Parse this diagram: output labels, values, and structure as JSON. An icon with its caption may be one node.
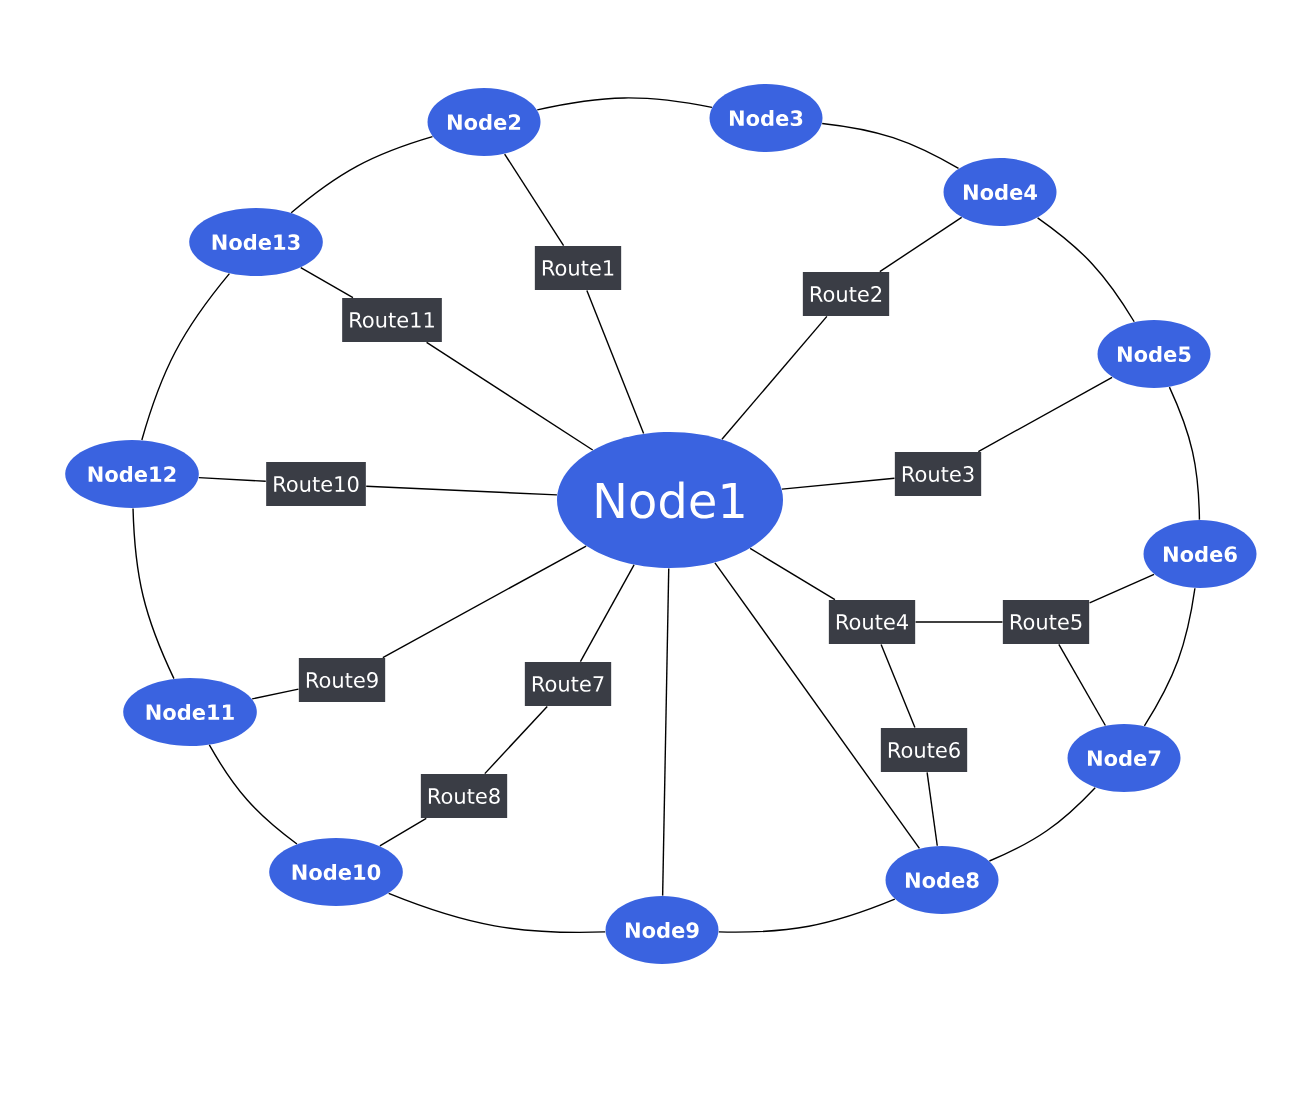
{
  "diagram": {
    "nodes": [
      {
        "text": [
          "Node1"
        ]
      },
      {
        "text": [
          "Node2"
        ]
      },
      {
        "text": [
          "Node3"
        ]
      },
      {
        "text": [
          "Node4"
        ]
      },
      {
        "text": [
          "Node5"
        ]
      },
      {
        "text": [
          "Node6"
        ]
      },
      {
        "text": [
          "Node7"
        ]
      },
      {
        "text": [
          "Node8"
        ]
      },
      {
        "text": [
          "Node9"
        ]
      },
      {
        "text": [
          "Node10"
        ]
      },
      {
        "text": [
          "Node11"
        ]
      },
      {
        "text": [
          "Node12"
        ]
      },
      {
        "text": [
          "Node13"
        ]
      },
      {
        "text": [
          "Route1"
        ]
      },
      {
        "text": [
          "Route2"
        ]
      },
      {
        "text": [
          "Route3"
        ]
      },
      {
        "text": [
          "Route4"
        ]
      },
      {
        "text": [
          "Route5"
        ]
      },
      {
        "text": [
          "Route6"
        ]
      },
      {
        "text": [
          "Route7"
        ]
      },
      {
        "text": [
          "Route8"
        ]
      },
      {
        "text": [
          "Route9"
        ]
      },
      {
        "text": [
          "Route10"
        ]
      },
      {
        "text": [
          "Route11"
        ]
      }
    ],
    "edges": [
      {
        "from": 1,
        "to": 2,
        "arrow": "none"
      },
      {
        "from": 2,
        "to": 3,
        "arrow": "none"
      },
      {
        "from": 3,
        "to": 4,
        "arrow": "none"
      },
      {
        "from": 4,
        "to": 5,
        "arrow": "none"
      },
      {
        "from": 5,
        "to": 6,
        "arrow": "none"
      },
      {
        "from": 6,
        "to": 7,
        "arrow": "none"
      },
      {
        "from": 7,
        "to": 8,
        "arrow": "none"
      },
      {
        "from": 8,
        "to": 9,
        "arrow": "none"
      },
      {
        "from": 9,
        "to": 10,
        "arrow": "none"
      },
      {
        "from": 10,
        "to": 11,
        "arrow": "none"
      },
      {
        "from": 11,
        "to": 12,
        "arrow": "none"
      },
      {
        "from": 12,
        "to": 1,
        "arrow": "none"
      },
      {
        "from": 0,
        "to": 13,
        "arrow": "none"
      },
      {
        "from": 13,
        "to": 1,
        "arrow": "none"
      },
      {
        "from": 0,
        "to": 14,
        "arrow": "none"
      },
      {
        "from": 14,
        "to": 3,
        "arrow": "none"
      },
      {
        "from": 0,
        "to": 15,
        "arrow": "none"
      },
      {
        "from": 15,
        "to": 4,
        "arrow": "none"
      },
      {
        "from": 0,
        "to": 16,
        "arrow": "none"
      },
      {
        "from": 16,
        "to": 17,
        "arrow": "none"
      },
      {
        "from": 17,
        "to": 5,
        "arrow": "none"
      },
      {
        "from": 17,
        "to": 6,
        "arrow": "none"
      },
      {
        "from": 16,
        "to": 18,
        "arrow": "none"
      },
      {
        "from": 18,
        "to": 7,
        "arrow": "none"
      },
      {
        "from": 0,
        "to": 7,
        "arrow": "none"
      },
      {
        "from": 0,
        "to": 8,
        "arrow": "none"
      },
      {
        "from": 0,
        "to": 19,
        "arrow": "none"
      },
      {
        "from": 19,
        "to": 20,
        "arrow": "none"
      },
      {
        "from": 20,
        "to": 9,
        "arrow": "none"
      },
      {
        "from": 0,
        "to": 21,
        "arrow": "none"
      },
      {
        "from": 21,
        "to": 10,
        "arrow": "none"
      },
      {
        "from": 0,
        "to": 22,
        "arrow": "none"
      },
      {
        "from": 22,
        "to": 11,
        "arrow": "none"
      },
      {
        "from": 0,
        "to": 23,
        "arrow": "none"
      },
      {
        "from": 23,
        "to": 12,
        "arrow": "none"
      }
    ]
  }
}
